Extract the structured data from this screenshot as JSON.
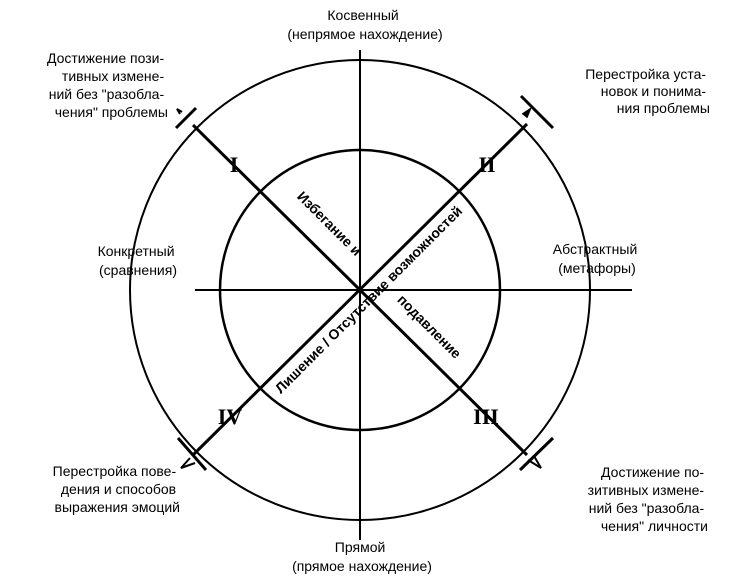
{
  "axes": {
    "top": [
      "Косвенный",
      "(непрямое  нахождение)"
    ],
    "bottom": [
      "Прямой",
      "(прямое  нахождение)"
    ],
    "left": [
      "Конкретный",
      "(сравнения)"
    ],
    "right": [
      "Абстрактный",
      "(метафоры)"
    ]
  },
  "corners": {
    "top_left": [
      "Достижение пози-",
      "тивных измене-",
      "ний без \"разобла-",
      "чения\" проблемы"
    ],
    "top_right": [
      "Перестройка уста-",
      "новок и понима-",
      "ния проблемы"
    ],
    "bottom_left": [
      "Перестройка пове-",
      "дения и способов",
      "выражения эмоций"
    ],
    "bottom_right": [
      "Достижение по-",
      "зитивных измене-",
      "ний без \"разобла-",
      "чения\" личности"
    ]
  },
  "quadrants": {
    "q1": "I",
    "q2": "II",
    "q3": "III",
    "q4": "IV"
  },
  "diagonal_text": {
    "upper_left": "Избегание и",
    "lower_right": "подавление",
    "main": "Лишение / Отсутствие возможностей"
  }
}
